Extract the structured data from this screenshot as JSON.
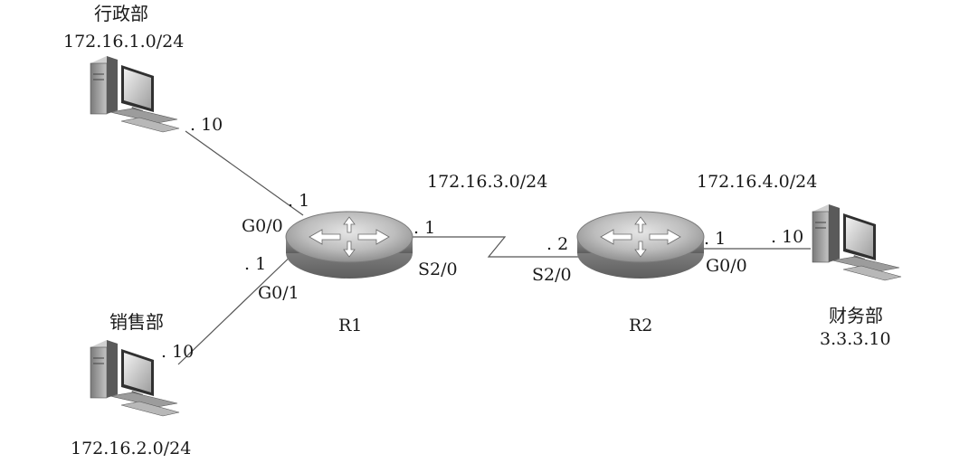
{
  "departments": {
    "admin": {
      "name": "行政部",
      "subnet": "172.16.1.0/24",
      "host_ip": ". 10"
    },
    "sales": {
      "name": "销售部",
      "subnet": "172.16.2.0/24",
      "host_ip": ". 10"
    },
    "finance": {
      "name": "财务部",
      "address": "3.3.3.10",
      "host_ip": ". 10"
    }
  },
  "routers": {
    "r1": {
      "name": "R1",
      "g00_port": "G0/0",
      "g00_ip": ". 1",
      "g01_port": "G0/1",
      "g01_ip": ". 1",
      "s20_port": "S2/0",
      "s20_ip": ". 1"
    },
    "r2": {
      "name": "R2",
      "s20_port": "S2/0",
      "s20_ip": ". 2",
      "g00_port": "G0/0",
      "g00_ip": ". 1"
    }
  },
  "links": {
    "wan_subnet": "172.16.3.0/24",
    "lan_r2_subnet": "172.16.4.0/24"
  },
  "icons": [
    "pc-icon",
    "router-icon"
  ],
  "colors": {
    "line": "#555555",
    "router_top": "#c8c8c8",
    "router_side": "#8a8a8a",
    "pc_body": "#9a9a9a"
  }
}
